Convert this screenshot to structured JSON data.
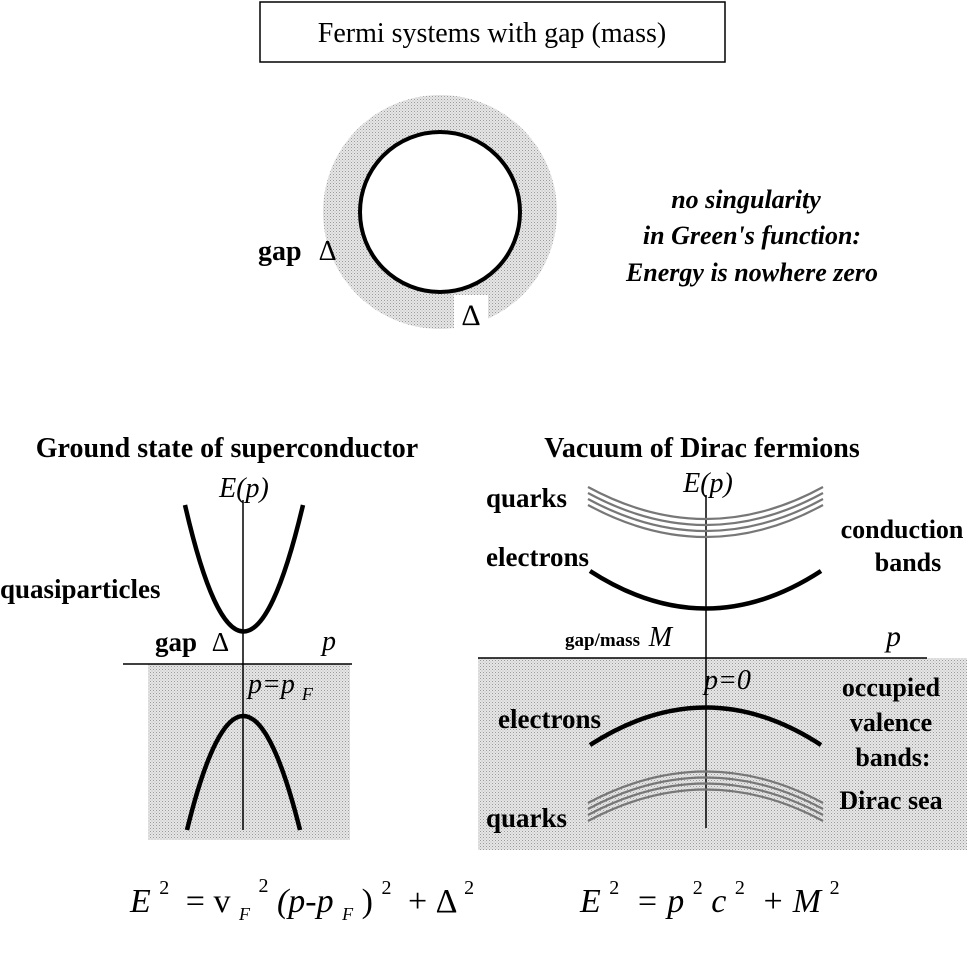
{
  "title": "Fermi systems with gap (mass)",
  "top_panel": {
    "gap_label": "gap",
    "gap_symbol": "Δ",
    "ring_symbol": "Δ",
    "note_lines": [
      "no singularity",
      "in Green's function:",
      "Energy is nowhere zero"
    ]
  },
  "left_panel": {
    "heading": "Ground state of superconductor",
    "axis_energy": "E(p)",
    "axis_momentum": "p",
    "quasiparticles_label": "quasiparticles",
    "gap_label": "gap",
    "gap_symbol": "Δ",
    "fermi_point": "p=p",
    "fermi_sub": "F",
    "formula": {
      "E": "E",
      "sq1": "2",
      "eq_v": "= v",
      "subF1": "F",
      "sq2": "2",
      "paren": "(p-p",
      "subF2": "F",
      "close": ")",
      "sq3": "2",
      "plus": "+ Δ",
      "sq4": "2"
    }
  },
  "right_panel": {
    "heading": "Vacuum of Dirac fermions",
    "axis_energy": "E(p)",
    "axis_momentum": "p",
    "quarks_upper": "quarks",
    "electrons_upper": "electrons",
    "conduction_line1": "conduction",
    "conduction_line2": "bands",
    "gap_mass_label": "gap/mass",
    "mass_symbol": "M",
    "zero_point": "p=0",
    "electrons_lower": "electrons",
    "valence_lines": [
      "occupied",
      "valence",
      "bands:",
      "Dirac sea"
    ],
    "quarks_lower": "quarks",
    "formula": {
      "E": "E",
      "sq1": "2",
      "eq_p": "= p",
      "sq2": "2",
      "c": "c",
      "sq3": "2",
      "plus": "+ M",
      "sq4": "2"
    }
  },
  "colors": {
    "ink": "#000000",
    "gray_fill": "#d0d0d0",
    "band_gray": "#888888",
    "background": "#ffffff"
  }
}
